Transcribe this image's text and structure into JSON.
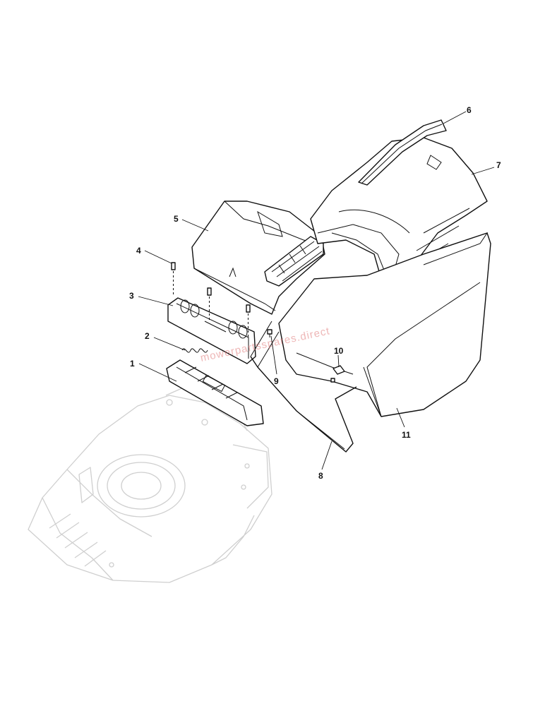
{
  "diagram": {
    "watermark": "mowerpartsspares.direct",
    "callouts": [
      "1",
      "2",
      "3",
      "4",
      "5",
      "6",
      "7",
      "8",
      "9",
      "10",
      "11"
    ]
  }
}
